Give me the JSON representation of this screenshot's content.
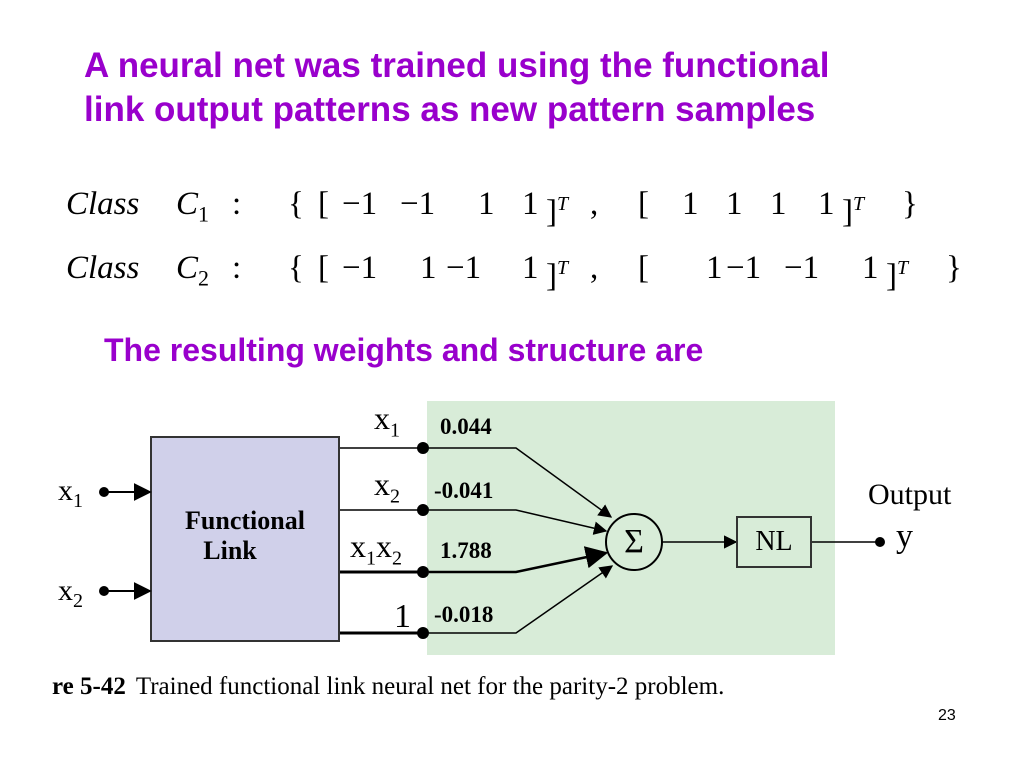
{
  "slide": {
    "title_lines": [
      "A neural net was trained using the functional",
      "link output patterns as new pattern samples"
    ],
    "subtitle": "The resulting weights and structure are",
    "page_number": "23"
  },
  "equations": [
    {
      "prefix": "Class",
      "name": "C",
      "index": "1",
      "colon": ":",
      "open": "{",
      "close": "}",
      "transpose": "T",
      "comma": ",",
      "vector1": [
        "−1",
        "−1",
        "1",
        "1"
      ],
      "vector2": [
        "1",
        "1",
        "1",
        "1"
      ]
    },
    {
      "prefix": "Class",
      "name": "C",
      "index": "2",
      "colon": ":",
      "open": "{",
      "close": "}",
      "transpose": "T",
      "comma": ",",
      "vector1": [
        "−1",
        "1",
        "−1",
        "1"
      ],
      "vector2": [
        "1",
        "−1",
        "−1",
        "1"
      ]
    }
  ],
  "diagram": {
    "inputs": [
      {
        "base": "x",
        "sub": "1"
      },
      {
        "base": "x",
        "sub": "2"
      }
    ],
    "functional_link_lines": [
      "Functional",
      "Link"
    ],
    "expanded_inputs": [
      {
        "parts": [
          {
            "base": "x",
            "sub": "1"
          }
        ],
        "weight": "0.044"
      },
      {
        "parts": [
          {
            "base": "x",
            "sub": "2"
          }
        ],
        "weight": "-0.041"
      },
      {
        "parts": [
          {
            "base": "x",
            "sub": "1"
          },
          {
            "base": "x",
            "sub": "2"
          }
        ],
        "weight": "1.788"
      },
      {
        "parts": [
          {
            "base": "1",
            "sub": ""
          }
        ],
        "weight": "-0.018"
      }
    ],
    "summation_symbol": "Σ",
    "nonlinearity": "NL",
    "output_label": "Output",
    "output_symbol": "y",
    "colors": {
      "panel": "#d8ecd8",
      "box": "#d0d0ea",
      "title": "#9900cc"
    }
  },
  "caption": {
    "figure": "re 5-42",
    "text": "Trained functional link neural net for the parity-2 problem."
  }
}
